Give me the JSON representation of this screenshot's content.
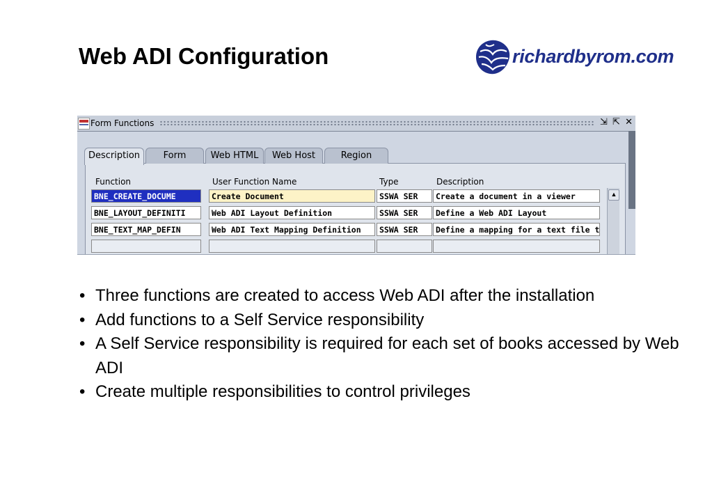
{
  "slide": {
    "title": "Web ADI Configuration",
    "logo_text": "richardbyrom.com"
  },
  "window": {
    "title": "Form Functions",
    "tabs": [
      "Description",
      "Form",
      "Web HTML",
      "Web Host",
      "Region"
    ],
    "active_tab": "Description",
    "columns": [
      "Function",
      "User Function Name",
      "Type",
      "Description"
    ],
    "rows": [
      {
        "function": "BNE_CREATE_DOCUME",
        "user_function_name": "Create Document",
        "type": "SSWA SER",
        "description": "Create a document in a viewer"
      },
      {
        "function": "BNE_LAYOUT_DEFINITI",
        "user_function_name": "Web ADI Layout Definition",
        "type": "SSWA SER",
        "description": "Define a Web ADI Layout"
      },
      {
        "function": "BNE_TEXT_MAP_DEFIN",
        "user_function_name": "Web ADI Text Mapping Definition",
        "type": "SSWA SER",
        "description": "Define a mapping for a text file to a"
      },
      {
        "function": "",
        "user_function_name": "",
        "type": "",
        "description": ""
      }
    ],
    "colors": {
      "selected": "#1f2fc0",
      "current": "#fdf3c7",
      "window_bg": "#cfd6e2"
    }
  },
  "bullets": [
    "Three functions are created to access Web ADI after the installation",
    "Add functions to a Self Service responsibility",
    "A Self Service responsibility is required for each set of books accessed by Web ADI",
    "Create multiple responsibilities to control privileges"
  ]
}
